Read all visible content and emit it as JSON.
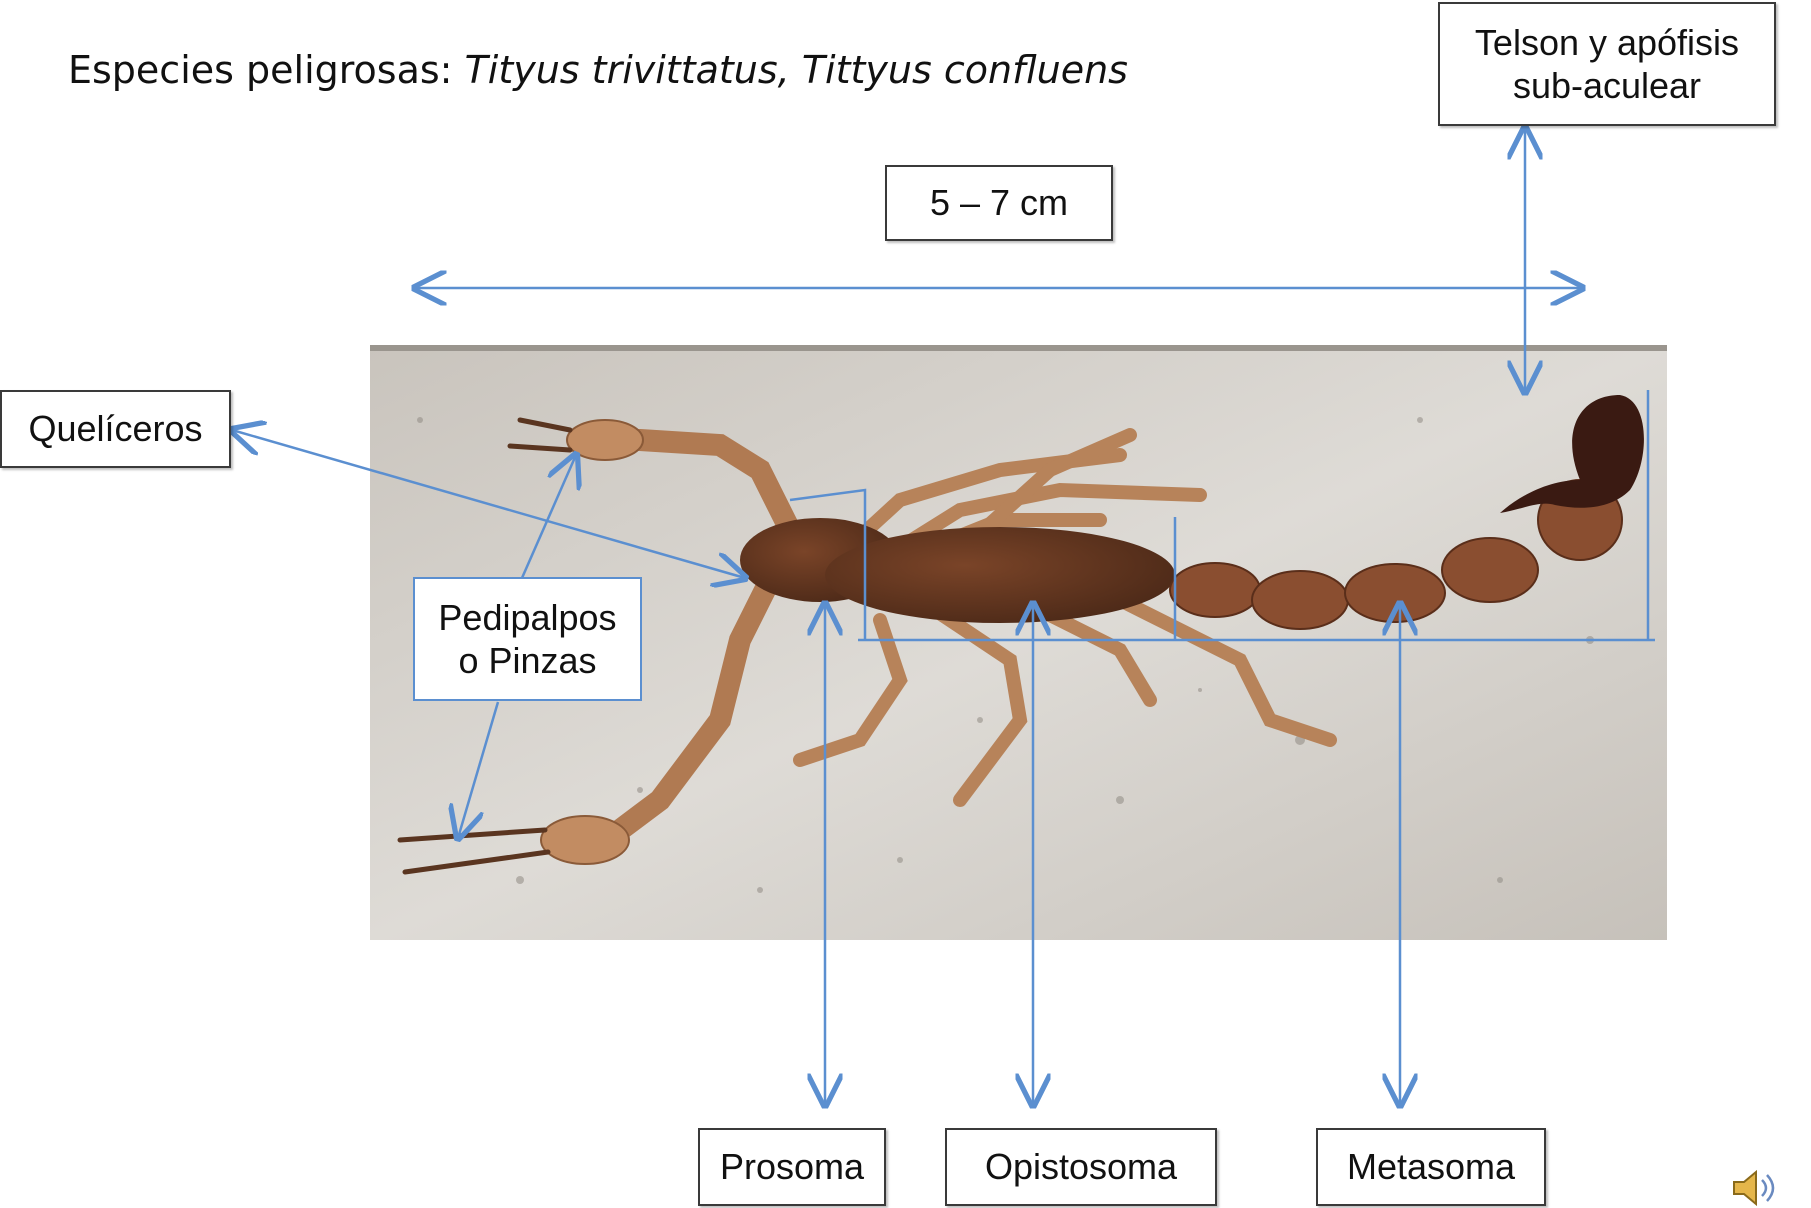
{
  "heading": {
    "prefix": "Especies peligrosas: ",
    "species": "Tityus trivittatus, Tittyus confluens"
  },
  "labels": {
    "size": "5 – 7 cm",
    "telson": "Telson y apófisis\nsub-aculear",
    "queliceros": "Quelíceros",
    "pedipalpos": "Pedipalpos\no Pinzas",
    "prosoma": "Prosoma",
    "opistosoma": "Opistosoma",
    "metasoma": "Metasoma"
  },
  "colors": {
    "annotation": "#5b8fd0",
    "background": "#ffffff",
    "photo_bg": "#cfcbc6",
    "scorpion_body": "#6b3b22",
    "scorpion_limb": "#b7835a",
    "stinger": "#3a1a12"
  },
  "icons": {
    "speaker": "speaker-icon"
  }
}
